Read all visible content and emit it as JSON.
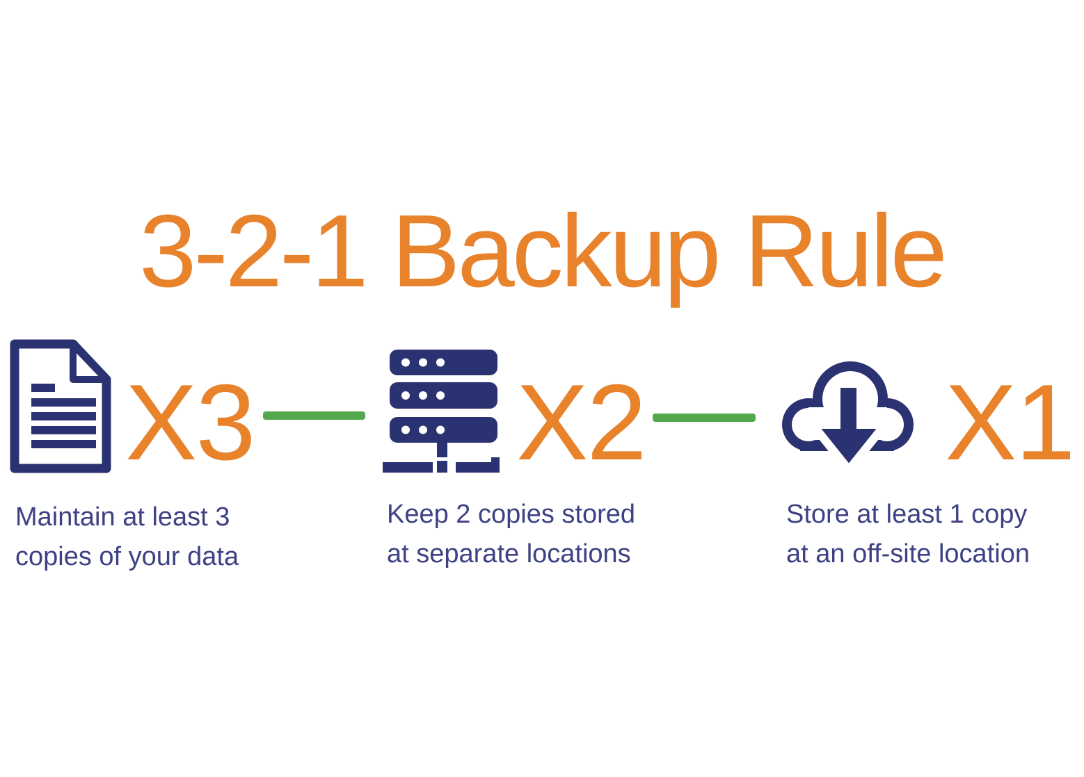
{
  "title": "3-2-1 Backup Rule",
  "colors": {
    "accent_orange": "#E8822B",
    "navy": "#2B3271",
    "caption_navy": "#3E4183",
    "connector_green": "#53A84C"
  },
  "steps": [
    {
      "icon": "document-icon",
      "multiplier": "X3",
      "caption_line1": "Maintain at least 3",
      "caption_line2": "copies of your data"
    },
    {
      "icon": "server-icon",
      "multiplier": "X2",
      "caption_line1": "Keep 2 copies stored",
      "caption_line2": "at separate locations"
    },
    {
      "icon": "cloud-download-icon",
      "multiplier": "X1",
      "caption_line1": "Store at least 1 copy",
      "caption_line2": "at an off-site location"
    }
  ]
}
